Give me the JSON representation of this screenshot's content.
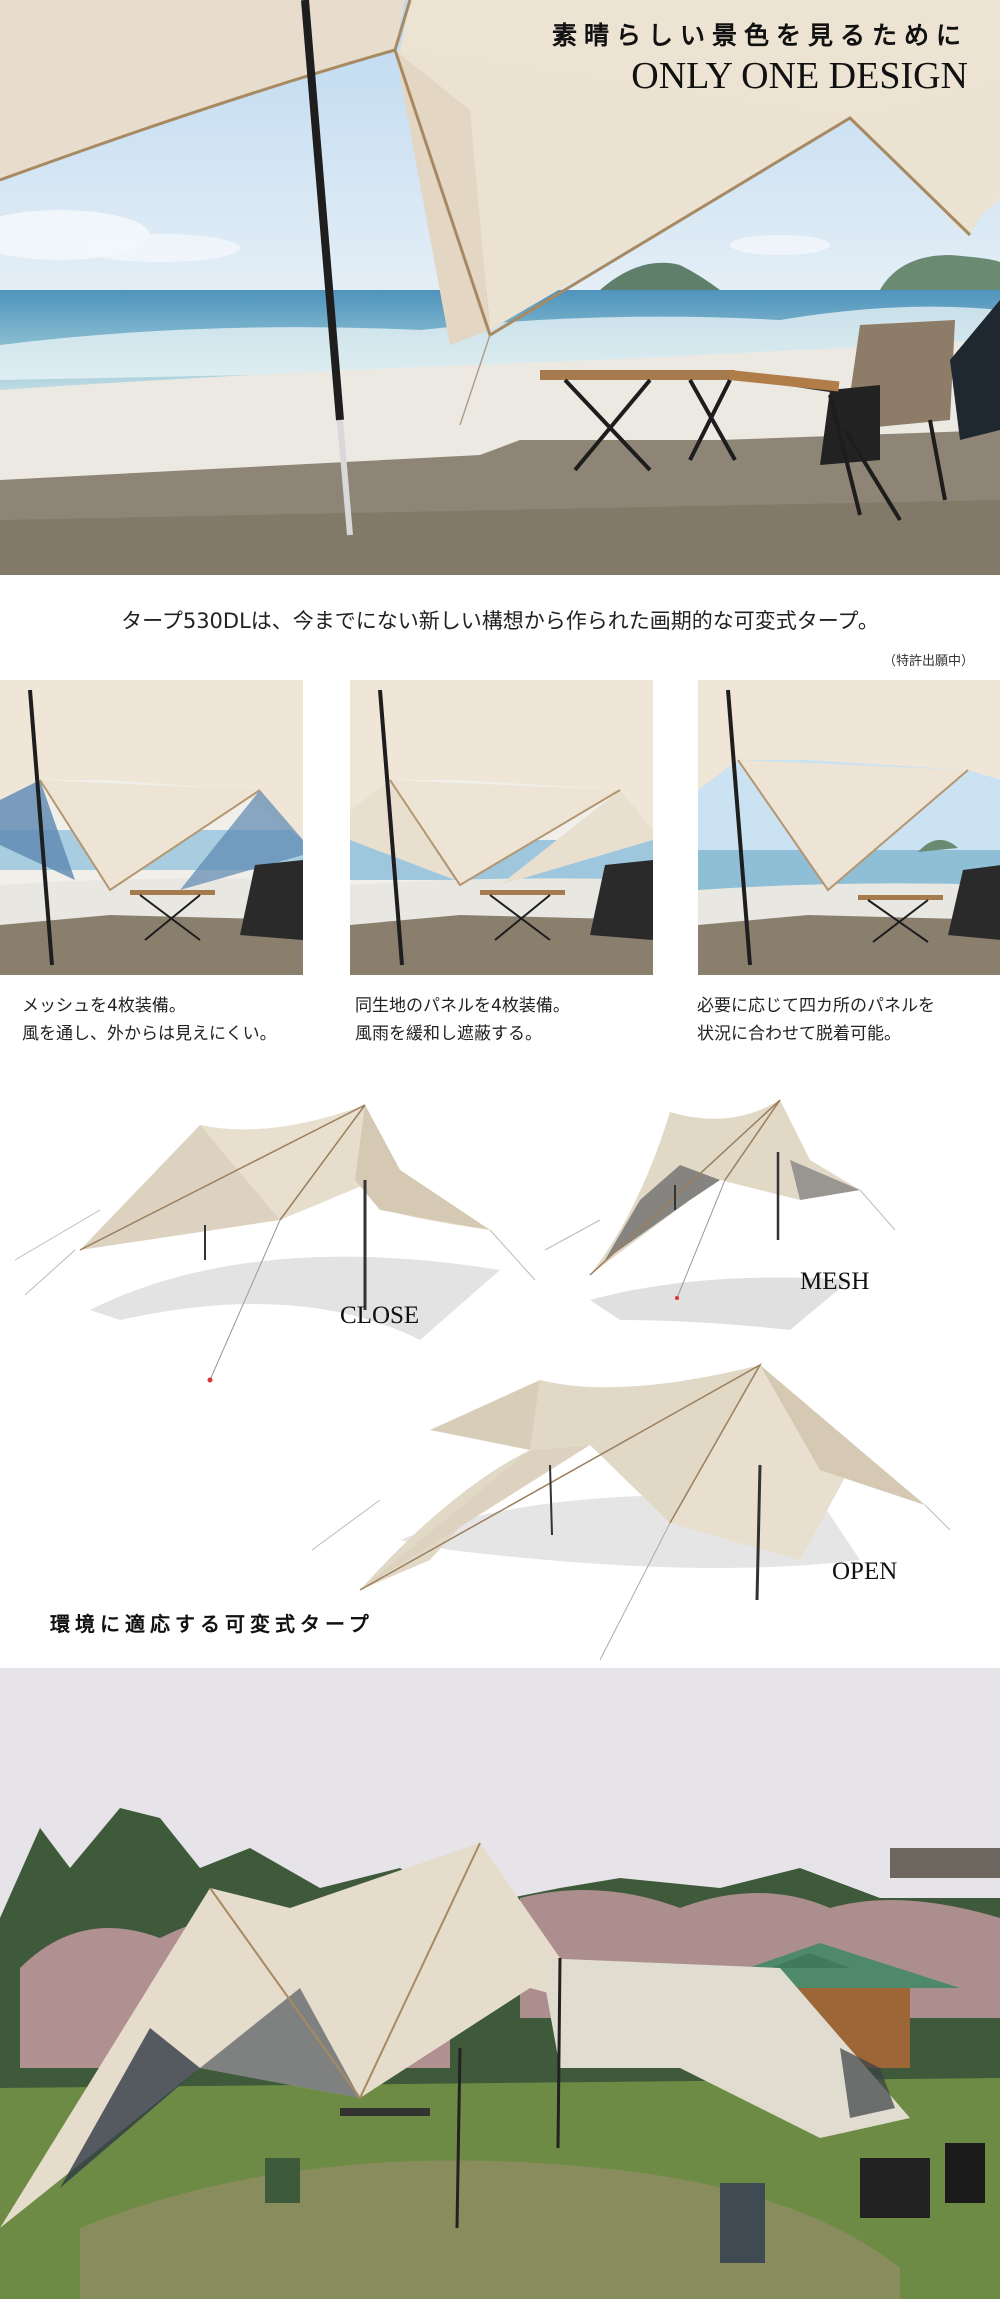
{
  "hero": {
    "subtitle": "素晴らしい景色を見るために",
    "title": "ONLY ONE DESIGN",
    "image": "beach-tarp-photo"
  },
  "intro": {
    "text": "タープ530DLは、今までにない新しい構想から作られた画期的な可変式タープ。",
    "note": "（特許出願中）"
  },
  "features": [
    {
      "image": "mesh-panel-photo",
      "line1": "メッシュを4枚装備。",
      "line2": "風を通し、外からは見えにくい。"
    },
    {
      "image": "solid-panel-photo",
      "line1": "同生地のパネルを4枚装備。",
      "line2": "風雨を緩和し遮蔽する。"
    },
    {
      "image": "open-panel-photo",
      "line1": "必要に応じて四カ所のパネルを",
      "line2": "状況に合わせて脱着可能。"
    }
  ],
  "modes": {
    "close": "CLOSE",
    "mesh": "MESH",
    "open": "OPEN",
    "heading": "環境に適応する可変式タープ"
  },
  "campsite": {
    "image": "campsite-tarp-photo"
  },
  "colors": {
    "tarp": "#e8ddcc",
    "tarp_edge": "#a88a62",
    "sky": "#cfe3f3",
    "sea": "#7fb3cf",
    "sand": "#e9e6e0",
    "sand_dark": "#8e8273",
    "text": "#1a1a1a"
  }
}
